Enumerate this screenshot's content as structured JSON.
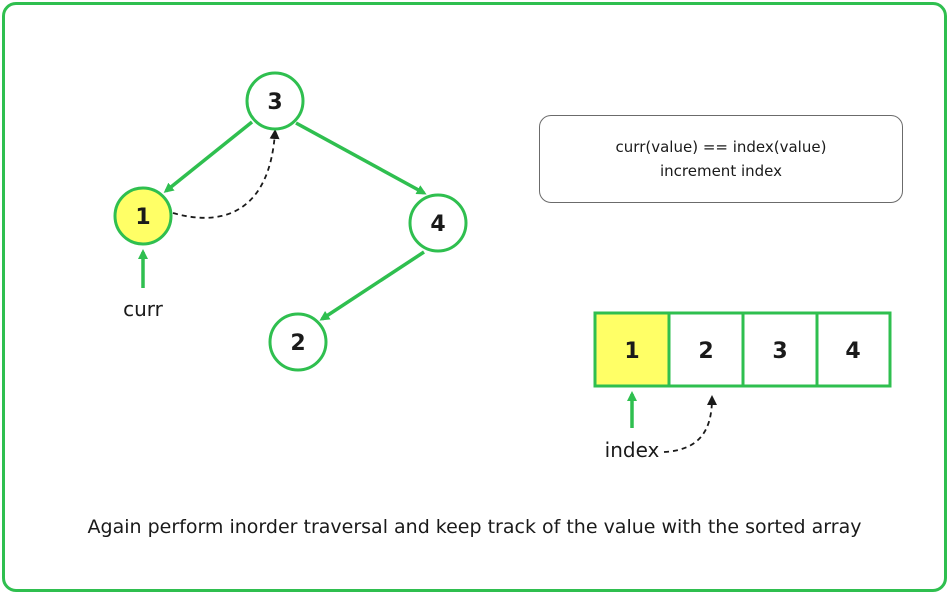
{
  "tree": {
    "nodes": [
      {
        "id": "node-3",
        "label": "3",
        "highlighted": false
      },
      {
        "id": "node-1",
        "label": "1",
        "highlighted": true
      },
      {
        "id": "node-4",
        "label": "4",
        "highlighted": false
      },
      {
        "id": "node-2",
        "label": "2",
        "highlighted": false
      }
    ],
    "curr_label": "curr"
  },
  "note": {
    "line1": "curr(value) == index(value)",
    "line2": "increment index"
  },
  "array": {
    "cells": [
      "1",
      "2",
      "3",
      "4"
    ],
    "highlighted_index": 0,
    "index_label": "index"
  },
  "caption": "Again perform inorder traversal and keep track of the value with the sorted array",
  "colors": {
    "accent": "#2fbf4f",
    "highlight_fill": "#ffff66",
    "text": "#1a1a1a"
  }
}
